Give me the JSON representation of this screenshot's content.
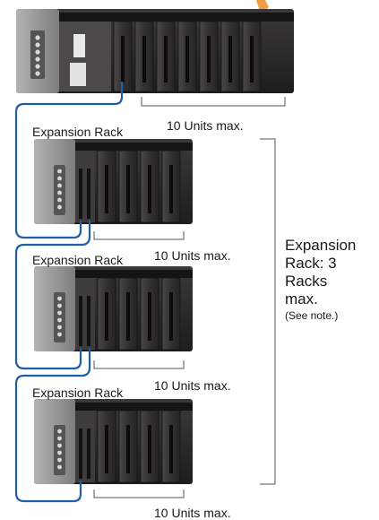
{
  "diagram": {
    "main_rack": {
      "slot_count": 7,
      "units_label": "10 Units max."
    },
    "expansion_racks": [
      {
        "label": "Expansion Rack",
        "slot_count": 4,
        "units_label": "10 Units max."
      },
      {
        "label": "Expansion Rack",
        "slot_count": 4,
        "units_label": "10 Units max."
      },
      {
        "label": "Expansion Rack",
        "slot_count": 4,
        "units_label": "10 Units max."
      }
    ],
    "side_note": {
      "line1": "Expansion",
      "line2": "Rack: 3",
      "line3": "Racks",
      "line4": "max.",
      "note": "(See note.)"
    },
    "colors": {
      "cable": "#1f5fa8",
      "rack_body": "#2b2a2a",
      "cpu_panel": "#9a9a9a",
      "arrow": "#f0a040"
    }
  }
}
